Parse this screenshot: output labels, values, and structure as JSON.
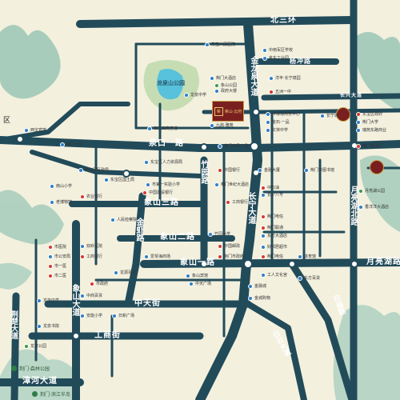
{
  "colors": {
    "road": "#224b5a",
    "background": "#f3f0de",
    "park_water": "#58c1dc",
    "park_green": "#c6ddb4",
    "pin_blue": "#2f7fc6",
    "pin_red": "#d6382f",
    "project": "#7a1f1f"
  },
  "roads": {
    "beisanhuan": "北三环",
    "yangchonglu": "杨冲路",
    "changdadao": "长兴大道",
    "quankoulu": "泉口一路",
    "zhuyuanlu": "竹园路",
    "xiangshansanlu": "象山三路",
    "jinxialu": "金虾路",
    "xiangshanerlu": "象山二路",
    "xiangshanyilu": "象山一路",
    "zhongtianjie": "中天街",
    "gongshangjie": "工商街",
    "xiangshandadao": "象山大道",
    "jingchudadao": "荆楚大道",
    "zhanghedadao": "漳河大道",
    "jinlongquandadao": "金龙泉大道",
    "changningdadao": "长宁大道",
    "yuelianghubeilu": "月亮湖北路",
    "yuelianghulu": "月亮湖路",
    "baimiaolu": "白庙路",
    "baiyundadao": "白云大道"
  },
  "labels": {
    "park": "龙泉山公园",
    "district": "区",
    "brand1": "荆门·森林公园",
    "brand2": "荆门·滨江半岛"
  },
  "project": {
    "title": "荣山·云府",
    "emblem": "荣"
  },
  "pois": [
    {
      "key": "p1",
      "text": "东宝人民医院",
      "color": "blue"
    },
    {
      "key": "p2",
      "text": "中南军区学校",
      "color": "blue"
    },
    {
      "key": "p3",
      "text": "金东工业园",
      "color": "blue"
    },
    {
      "key": "p4",
      "text": "荆门大酒店",
      "color": "blue"
    },
    {
      "key": "p5",
      "text": "象山公园",
      "color": "green"
    },
    {
      "key": "p6",
      "text": "政府大楼",
      "color": "blue"
    },
    {
      "key": "p7",
      "text": "龙泉中学",
      "color": "blue"
    },
    {
      "key": "p8",
      "text": "五洲一中",
      "color": "red"
    },
    {
      "key": "p9",
      "text": "洋丰·长宁镜园",
      "color": "blue"
    },
    {
      "key": "p10",
      "text": "三元口商务楼",
      "color": "blue"
    },
    {
      "key": "p11",
      "text": "九鼎·雅苑",
      "color": "blue"
    },
    {
      "key": "p12",
      "text": "环球港商务中心",
      "color": "blue"
    },
    {
      "key": "p13",
      "text": "金石·一品",
      "color": "blue"
    },
    {
      "key": "p14",
      "text": "文林中学",
      "color": "blue"
    },
    {
      "key": "p15",
      "text": "东宝区政府",
      "color": "red"
    },
    {
      "key": "p16",
      "text": "荆门大学",
      "color": "blue"
    },
    {
      "key": "p17",
      "text": "瑞苑东路商业",
      "color": "blue"
    },
    {
      "key": "p18",
      "text": "长宁城",
      "color": "blue"
    },
    {
      "key": "p19",
      "text": "荆门金百汇",
      "color": "red"
    },
    {
      "key": "p20",
      "text": "荆门市民广场",
      "color": "blue"
    },
    {
      "key": "p21",
      "text": "东宝区人力资源局",
      "color": "blue"
    },
    {
      "key": "p22",
      "text": "中国银行",
      "color": "red"
    },
    {
      "key": "p23",
      "text": "金融大厦",
      "color": "blue"
    },
    {
      "key": "p24",
      "text": "月亮湖公园",
      "color": "green"
    },
    {
      "key": "p25",
      "text": "香洋洋大酒店",
      "color": "blue"
    },
    {
      "key": "p26",
      "text": "东宝区民政局",
      "color": "blue"
    },
    {
      "key": "p27",
      "text": "荆门一中",
      "color": "blue"
    },
    {
      "key": "p28",
      "text": "东宝区国土局",
      "color": "blue"
    },
    {
      "key": "p29",
      "text": "农业银行",
      "color": "red"
    },
    {
      "key": "p30",
      "text": "中国建设银行",
      "color": "red"
    },
    {
      "key": "p31",
      "text": "人民检察院",
      "color": "blue"
    },
    {
      "key": "p32",
      "text": "市第一实验小学",
      "color": "blue"
    },
    {
      "key": "p33",
      "text": "中石油",
      "color": "red"
    },
    {
      "key": "p34",
      "text": "长宁八号",
      "color": "blue"
    },
    {
      "key": "p35",
      "text": "荆门市图书馆",
      "color": "blue"
    },
    {
      "key": "p36",
      "text": "南山小学",
      "color": "blue"
    },
    {
      "key": "p37",
      "text": "老博物馆",
      "color": "blue"
    },
    {
      "key": "p38",
      "text": "荆门世纪大酒店",
      "color": "blue"
    },
    {
      "key": "p39",
      "text": "竹园小学",
      "color": "blue"
    },
    {
      "key": "p40",
      "text": "工商银行",
      "color": "red"
    },
    {
      "key": "p41",
      "text": "爱琴海商场",
      "color": "blue"
    },
    {
      "key": "p42",
      "text": "东方大酒店",
      "color": "blue"
    },
    {
      "key": "p43",
      "text": "荆门联通",
      "color": "red"
    },
    {
      "key": "p44",
      "text": "荆门电信",
      "color": "red"
    },
    {
      "key": "p45",
      "text": "市公安局",
      "color": "blue"
    },
    {
      "key": "p46",
      "text": "市一医",
      "color": "red"
    },
    {
      "key": "p47",
      "text": "工商银行",
      "color": "red"
    },
    {
      "key": "p48",
      "text": "龙源百货",
      "color": "blue"
    },
    {
      "key": "p49",
      "text": "金融城",
      "color": "blue"
    },
    {
      "key": "p50",
      "text": "双岭医院",
      "color": "blue"
    },
    {
      "key": "p51",
      "text": "象山宾馆",
      "color": "blue"
    },
    {
      "key": "p52",
      "text": "市二医",
      "color": "red"
    },
    {
      "key": "p53",
      "text": "市医院",
      "color": "red"
    },
    {
      "key": "p54",
      "text": "市政府",
      "color": "red"
    },
    {
      "key": "p55",
      "text": "中国邮政",
      "color": "red"
    },
    {
      "key": "p56",
      "text": "荆门市政府",
      "color": "red"
    },
    {
      "key": "p57",
      "text": "好邻居超市",
      "color": "blue"
    },
    {
      "key": "p58",
      "text": "荆门电信",
      "color": "red"
    },
    {
      "key": "p59",
      "text": "体育馆",
      "color": "blue"
    },
    {
      "key": "p60",
      "text": "工人文化宫",
      "color": "blue"
    },
    {
      "key": "p61",
      "text": "金城购物",
      "color": "blue"
    },
    {
      "key": "p62",
      "text": "东方百货",
      "color": "blue"
    },
    {
      "key": "p63",
      "text": "中天广场",
      "color": "blue"
    },
    {
      "key": "p64",
      "text": "安能小学",
      "color": "blue"
    },
    {
      "key": "p65",
      "text": "中商百货",
      "color": "blue"
    },
    {
      "key": "p66",
      "text": "日新广场",
      "color": "blue"
    },
    {
      "key": "p67",
      "text": "龙泉中学",
      "color": "blue"
    },
    {
      "key": "p68",
      "text": "龙泉公园",
      "color": "green"
    },
    {
      "key": "p69",
      "text": "龙泉书院",
      "color": "blue"
    },
    {
      "key": "p70",
      "text": "西宝宾馆",
      "color": "blue"
    }
  ]
}
